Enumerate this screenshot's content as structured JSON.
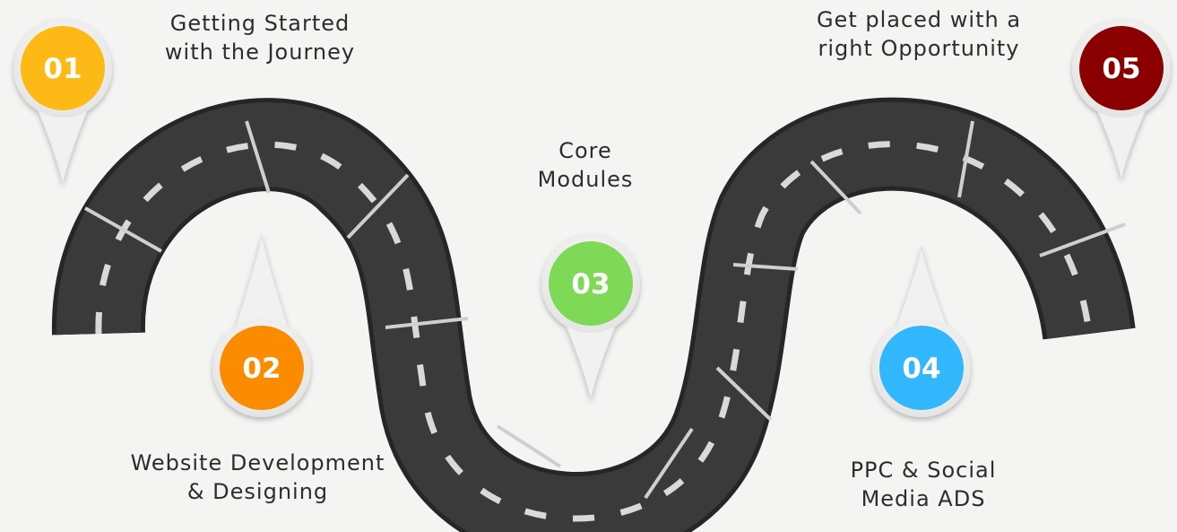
{
  "steps": [
    {
      "number": "01",
      "label_line1": "Getting Started",
      "label_line2": "with the Journey",
      "color": "#fdb913"
    },
    {
      "number": "02",
      "label_line1": "Website Development",
      "label_line2": "& Designing",
      "color": "#fb8c05"
    },
    {
      "number": "03",
      "label_line1": "Core",
      "label_line2": "Modules",
      "color": "#7ed957"
    },
    {
      "number": "04",
      "label_line1": "PPC & Social",
      "label_line2": "Media ADS",
      "color": "#33b6fc"
    },
    {
      "number": "05",
      "label_line1": "Get placed with a",
      "label_line2": "right Opportunity",
      "color": "#8b0000"
    }
  ],
  "colors": {
    "road": "#3a3a3a",
    "road_edge": "#262626",
    "dash": "#d9d9d9",
    "background": "#f4f4f3"
  }
}
